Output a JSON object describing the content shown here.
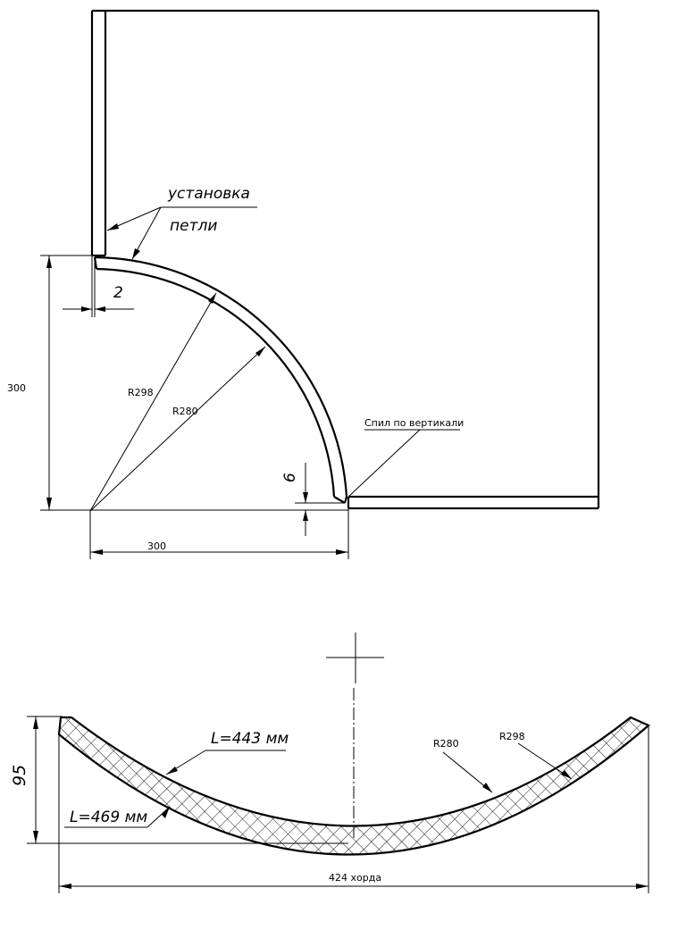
{
  "labels": {
    "hinge_line1": "установка",
    "hinge_line2": "петли",
    "gap_dim": "2",
    "height_dim": "300",
    "outer_radius": "R298",
    "inner_radius": "R280",
    "cut_note": "Спил по вертикали",
    "offset_dim": "6",
    "width_dim": "300"
  },
  "profile": {
    "inner_length": "L=443 мм",
    "outer_length": "L=469 мм",
    "height_dim": "95",
    "inner_radius": "R280",
    "outer_radius": "R298",
    "chord": "424 хорда"
  },
  "colors": {
    "stroke": "#000000",
    "background": "#ffffff"
  }
}
